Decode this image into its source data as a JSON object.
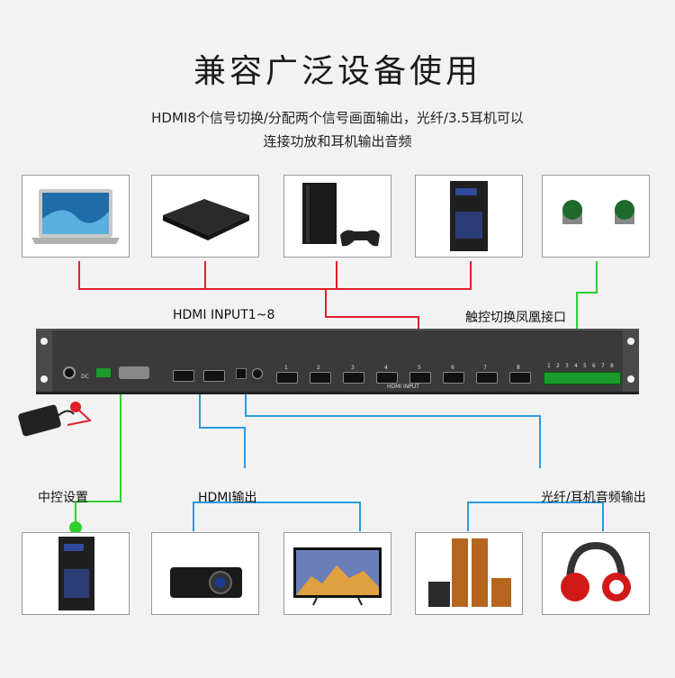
{
  "header": {
    "title": "兼容广泛设备使用",
    "subtitle_line1": "HDMI8个信号切换/分配两个信号画面输出，光纤/3.5耳机可以",
    "subtitle_line2": "连接功放和耳机输出音频"
  },
  "labels": {
    "hdmi_input": "HDMI INPUT1~8",
    "touch_port": "触控切换凤凰接口",
    "central_control": "中控设置",
    "hdmi_output": "HDMI输出",
    "optical_audio": "光纤/耳机音频输出"
  },
  "panel": {
    "input_port_numbers": [
      "1",
      "2",
      "3",
      "4",
      "5",
      "6",
      "7",
      "8"
    ],
    "terminal_numbers": [
      "1",
      "2",
      "3",
      "4",
      "5",
      "6",
      "7",
      "8"
    ],
    "input_caption": "HDMI INPUT",
    "dc_caption": "DC"
  },
  "sources": [
    {
      "icon": "laptop-icon"
    },
    {
      "icon": "tv-box-icon"
    },
    {
      "icon": "game-console-icon"
    },
    {
      "icon": "desktop-pc-icon"
    },
    {
      "icon": "push-buttons-icon"
    }
  ],
  "outputs": [
    {
      "icon": "desktop-pc-icon"
    },
    {
      "icon": "projector-icon"
    },
    {
      "icon": "television-icon"
    },
    {
      "icon": "speaker-system-icon"
    },
    {
      "icon": "headphones-icon"
    }
  ],
  "colors": {
    "red": "#e0202a",
    "green": "#2fcf2f",
    "blue": "#2a9be0",
    "panel": "#3a3a3a"
  }
}
